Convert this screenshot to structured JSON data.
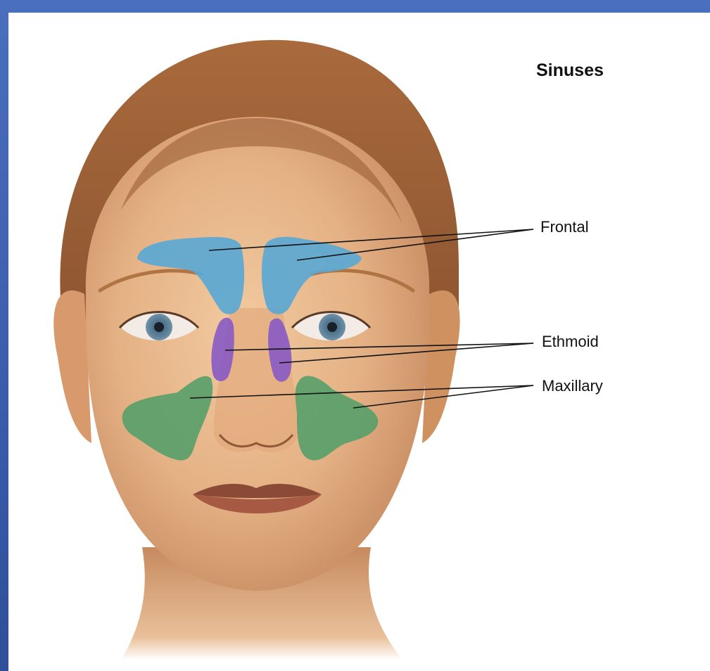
{
  "diagram": {
    "title": "Sinuses",
    "labels": {
      "frontal": "Frontal",
      "ethmoid": "Ethmoid",
      "maxillary": "Maxillary"
    },
    "colors": {
      "frame": "#3d5fae",
      "frontal": "#5ba8d4",
      "ethmoid": "#8a5cc4",
      "maxillary": "#5aa06a",
      "skin": "#e8b98c",
      "hair": "#a5673a"
    }
  }
}
